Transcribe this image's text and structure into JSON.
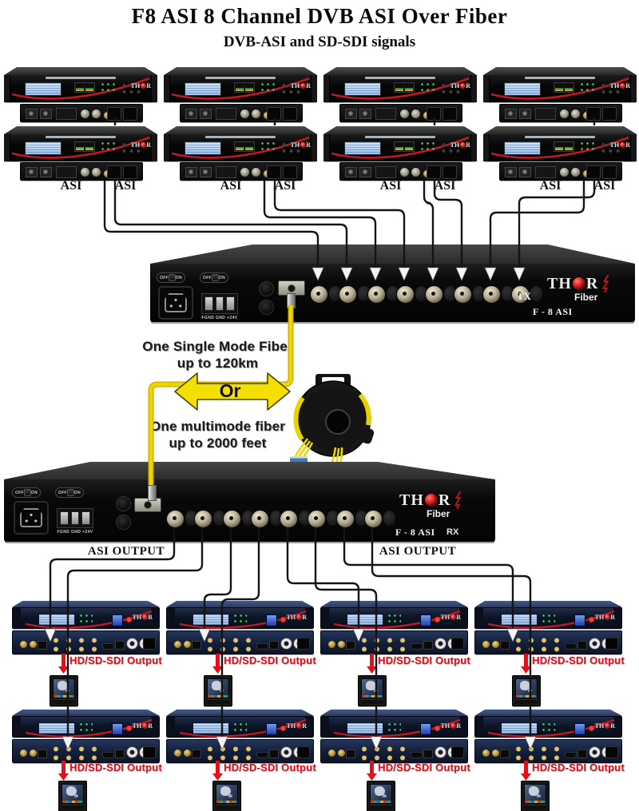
{
  "title": "F8 ASI 8 Channel DVB ASI Over Fiber",
  "subtitle": "DVB-ASI and SD-SDI signals",
  "brand": {
    "left": "TH",
    "right": "R",
    "sub": "Fiber"
  },
  "encoder_bank": {
    "unit_count": 8,
    "asi_labels": [
      "ASI",
      "ASI",
      "ASI",
      "ASI",
      "ASI",
      "ASI",
      "ASI",
      "ASI"
    ]
  },
  "tx_unit": {
    "model": "F - 8 ASI",
    "side_label": "TX",
    "switch_off": "OFF",
    "switch_on": "ON",
    "terminal_label": "FGND GND +24V",
    "input_count": 8
  },
  "fiber_link": {
    "single_mode_line1": "One Single Mode Fiber",
    "single_mode_line2": "up to 120km",
    "or_label": "Or",
    "multimode_line1": "One multimode fiber",
    "multimode_line2": "up to 2000 feet"
  },
  "rx_unit": {
    "model": "F - 8 ASI",
    "side_label": "RX",
    "switch_off": "OFF",
    "switch_on": "ON",
    "terminal_label": "FGND GND +24V",
    "output_left": "ASI OUTPUT",
    "output_right": "ASI OUTPUT",
    "output_count": 8
  },
  "decoder_bank": {
    "unit_count": 8,
    "output_labels": [
      "HD/SD-SDI Output",
      "HD/SD-SDI Output",
      "HD/SD-SDI Output",
      "HD/SD-SDI Output",
      "HD/SD-SDI Output",
      "HD/SD-SDI Output",
      "HD/SD-SDI Output",
      "HD/SD-SDI Output"
    ]
  },
  "colors": {
    "cable": "#141414",
    "fiber_yellow": "#f0d400",
    "fiber_edge": "#c7a800",
    "arrow_yellow": "#f3df00",
    "output_red": "#e0101c",
    "swoosh_red": "#c41625"
  }
}
